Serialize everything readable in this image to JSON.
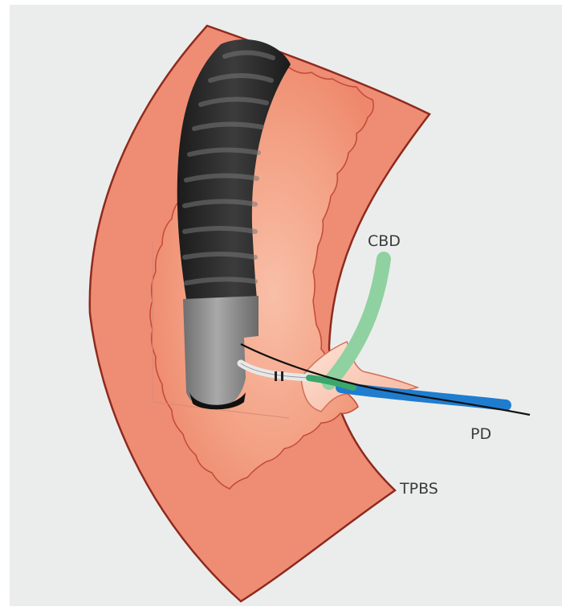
{
  "figure": {
    "labels": {
      "cbd": "CBD",
      "pd": "PD",
      "tpbs": "TPBS"
    },
    "colors": {
      "panel_background": "#ebedec",
      "duodenal_wall": "#ee8c74",
      "wall_outline": "#8e2a1e",
      "lumen": "#f4a48a",
      "endoscope": "#2a2a2a",
      "endoscope_cap": "#8f8f8f",
      "common_bile_duct": "#8fd1a0",
      "pancreatic_duct": "#1f7dd0",
      "guidewire": "#111111"
    }
  }
}
